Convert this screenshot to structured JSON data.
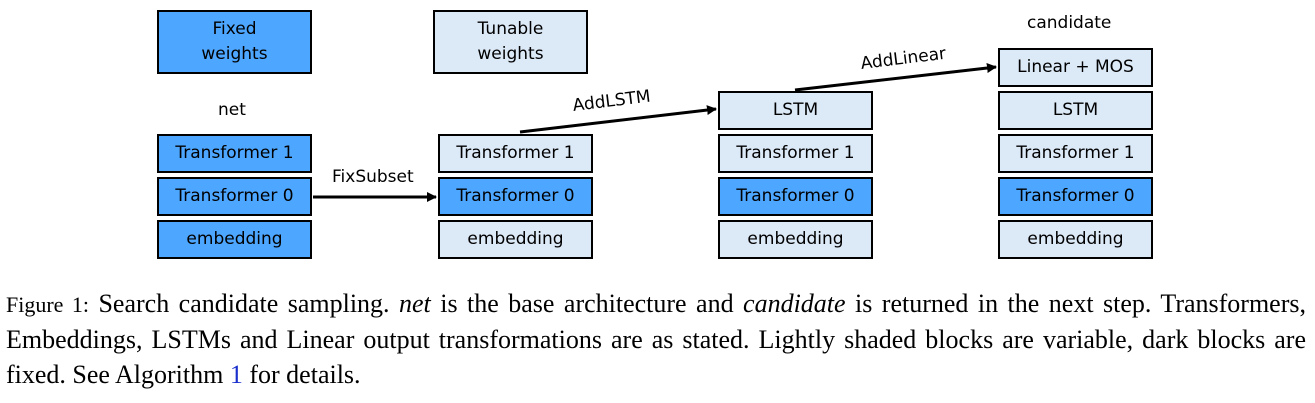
{
  "legend": {
    "fixed": "Fixed\nweights",
    "tunable": "Tunable\nweights"
  },
  "labels": {
    "net": "net",
    "candidate": "candidate"
  },
  "columns": [
    {
      "blocks": [
        "Transformer 1",
        "Transformer 0",
        "embedding"
      ],
      "states": [
        "fixed",
        "fixed",
        "fixed"
      ]
    },
    {
      "blocks": [
        "Transformer 1",
        "Transformer 0",
        "embedding"
      ],
      "states": [
        "tunable",
        "fixed",
        "tunable"
      ]
    },
    {
      "blocks": [
        "LSTM",
        "Transformer 1",
        "Transformer 0",
        "embedding"
      ],
      "states": [
        "tunable",
        "tunable",
        "fixed",
        "tunable"
      ]
    },
    {
      "blocks": [
        "Linear + MOS",
        "LSTM",
        "Transformer 1",
        "Transformer 0",
        "embedding"
      ],
      "states": [
        "tunable",
        "tunable",
        "tunable",
        "fixed",
        "tunable"
      ]
    }
  ],
  "arrows": {
    "fixsubset": "FixSubset",
    "addlstm": "AddLSTM",
    "addlinear": "AddLinear"
  },
  "caption": {
    "prefix": "Figure 1:",
    "part1": "Search candidate sampling.",
    "net": "net",
    "part2": "is the base architecture and",
    "candidate": "candidate",
    "part3": "is returned in the next step. Transformers, Embeddings, LSTMs and Linear output transformations are as stated. Lightly shaded blocks are variable, dark blocks are fixed. See Algorithm",
    "ref": "1",
    "part4": "for details."
  },
  "colors": {
    "fixed": "#4da6ff",
    "tunable": "#dce9f7"
  }
}
